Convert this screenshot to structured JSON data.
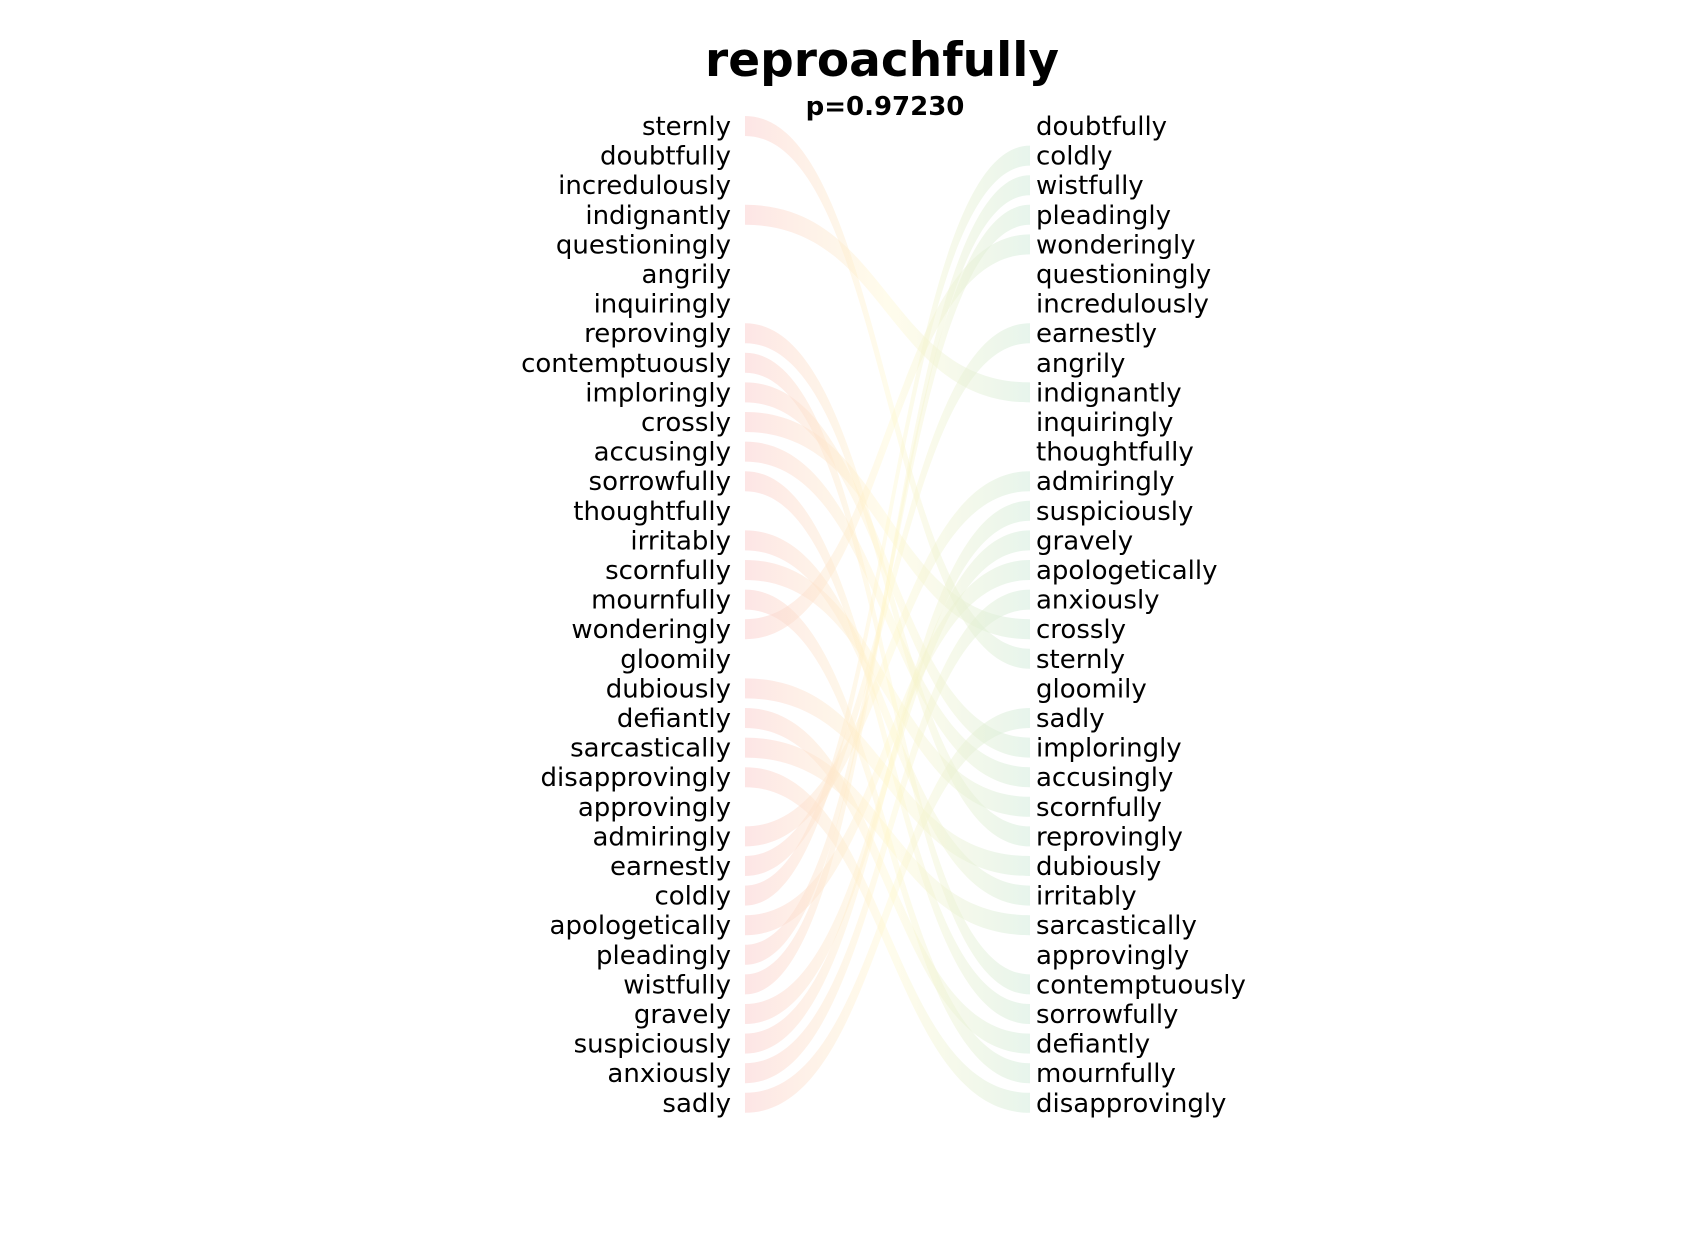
{
  "title": "reproachfully",
  "subtitle": "p=0.97230",
  "left_words": [
    "sternly",
    "doubtfully",
    "incredulously",
    "indignantly",
    "questioningly",
    "angrily",
    "inquiringly",
    "reprovingly",
    "contemptuously",
    "imploringly",
    "crossly",
    "accusingly",
    "sorrowfully",
    "thoughtfully",
    "irritably",
    "scornfully",
    "mournfully",
    "wonderingly",
    "gloomily",
    "dubiously",
    "defiantly",
    "sarcastically",
    "disapprovingly",
    "approvingly",
    "admiringly",
    "earnestly",
    "coldly",
    "apologetically",
    "pleadingly",
    "wistfully",
    "gravely",
    "suspiciously",
    "anxiously",
    "sadly"
  ],
  "right_words": [
    "doubtfully",
    "coldly",
    "wistfully",
    "pleadingly",
    "wonderingly",
    "questioningly",
    "incredulously",
    "earnestly",
    "angrily",
    "indignantly",
    "inquiringly",
    "thoughtfully",
    "admiringly",
    "suspiciously",
    "gravely",
    "apologetically",
    "anxiously",
    "crossly",
    "sternly",
    "gloomily",
    "sadly",
    "imploringly",
    "accusingly",
    "scornfully",
    "reprovingly",
    "dubiously",
    "irritably",
    "sarcastically",
    "approvingly",
    "contemptuously",
    "sorrowfully",
    "defiantly",
    "mournfully",
    "disapprovingly"
  ],
  "colors": {
    "moved_down": "#f5b7b7",
    "moved_up": "#b7dcc6",
    "text": "#000000"
  }
}
